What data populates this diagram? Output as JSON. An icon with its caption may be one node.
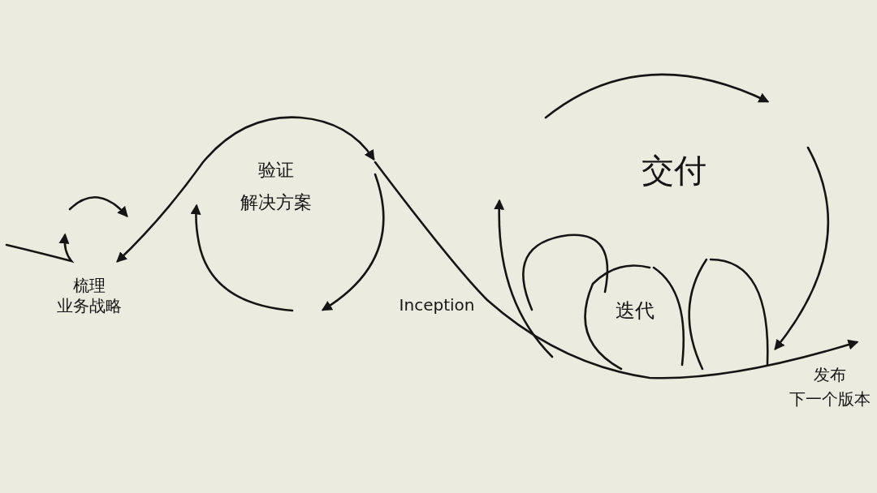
{
  "diagram": {
    "labels": [
      "验证",
      "解决方案",
      "梳理",
      "业务战略",
      "Inception",
      "交付",
      "迭代",
      "发布",
      "下一个版本"
    ]
  }
}
